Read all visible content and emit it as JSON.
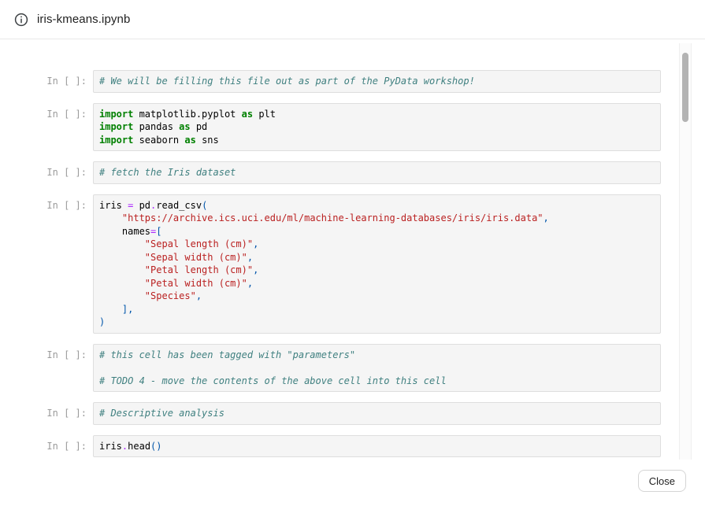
{
  "header": {
    "title": "iris-kmeans.ipynb"
  },
  "footer": {
    "close_label": "Close"
  },
  "colors": {
    "comment": "#408080",
    "keyword": "#008000",
    "string": "#BA2121",
    "operator": "#AA22FF",
    "punctuation": "#0055AA",
    "cell_background": "#f5f5f5",
    "cell_border": "#dedede",
    "prompt_gray": "#9b9b9b"
  },
  "notebook": {
    "prompt": "In [ ]:",
    "cells": [
      {
        "lines": [
          [
            [
              "com",
              "# We will be filling this file out as part of the PyData workshop!"
            ]
          ]
        ]
      },
      {
        "lines": [
          [
            [
              "kw",
              "import"
            ],
            [
              "pl",
              " matplotlib.pyplot "
            ],
            [
              "kw",
              "as"
            ],
            [
              "pl",
              " plt"
            ]
          ],
          [
            [
              "kw",
              "import"
            ],
            [
              "pl",
              " pandas "
            ],
            [
              "kw",
              "as"
            ],
            [
              "pl",
              " pd"
            ]
          ],
          [
            [
              "kw",
              "import"
            ],
            [
              "pl",
              " seaborn "
            ],
            [
              "kw",
              "as"
            ],
            [
              "pl",
              " sns"
            ]
          ]
        ]
      },
      {
        "lines": [
          [
            [
              "com",
              "# fetch the Iris dataset"
            ]
          ]
        ]
      },
      {
        "lines": [
          [
            [
              "pl",
              "iris "
            ],
            [
              "op",
              "="
            ],
            [
              "pl",
              " pd"
            ],
            [
              "op",
              "."
            ],
            [
              "pl",
              "read_csv"
            ],
            [
              "pun",
              "("
            ]
          ],
          [
            [
              "pl",
              "    "
            ],
            [
              "str",
              "\"https://archive.ics.uci.edu/ml/machine-learning-databases/iris/iris.data\""
            ],
            [
              "pun",
              ","
            ]
          ],
          [
            [
              "pl",
              "    names"
            ],
            [
              "op",
              "="
            ],
            [
              "pun",
              "["
            ]
          ],
          [
            [
              "pl",
              "        "
            ],
            [
              "str",
              "\"Sepal length (cm)\""
            ],
            [
              "pun",
              ","
            ]
          ],
          [
            [
              "pl",
              "        "
            ],
            [
              "str",
              "\"Sepal width (cm)\""
            ],
            [
              "pun",
              ","
            ]
          ],
          [
            [
              "pl",
              "        "
            ],
            [
              "str",
              "\"Petal length (cm)\""
            ],
            [
              "pun",
              ","
            ]
          ],
          [
            [
              "pl",
              "        "
            ],
            [
              "str",
              "\"Petal width (cm)\""
            ],
            [
              "pun",
              ","
            ]
          ],
          [
            [
              "pl",
              "        "
            ],
            [
              "str",
              "\"Species\""
            ],
            [
              "pun",
              ","
            ]
          ],
          [
            [
              "pl",
              "    "
            ],
            [
              "pun",
              "],"
            ]
          ],
          [
            [
              "pun",
              ")"
            ]
          ]
        ]
      },
      {
        "lines": [
          [
            [
              "com",
              "# this cell has been tagged with \"parameters\""
            ]
          ],
          [],
          [
            [
              "com",
              "# TODO 4 - move the contents of the above cell into this cell"
            ]
          ]
        ]
      },
      {
        "lines": [
          [
            [
              "com",
              "# Descriptive analysis"
            ]
          ]
        ]
      },
      {
        "lines": [
          [
            [
              "pl",
              "iris"
            ],
            [
              "op",
              "."
            ],
            [
              "pl",
              "head"
            ],
            [
              "pun",
              "()"
            ]
          ]
        ]
      }
    ]
  }
}
